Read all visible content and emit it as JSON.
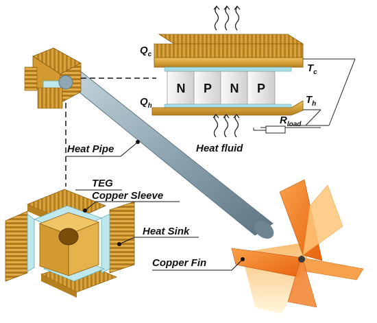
{
  "labels": {
    "heat_pipe": "Heat Pipe",
    "teg": "TEG",
    "copper_sleeve": "Copper Sleeve",
    "heat_sink": "Heat Sink",
    "copper_fin": "Copper Fin",
    "heat_fluid": "Heat fluid"
  },
  "teg_module": {
    "q_cold": {
      "main": "Q",
      "sub": "c"
    },
    "q_hot": {
      "main": "Q",
      "sub": "h"
    },
    "t_cold": {
      "main": "T",
      "sub": "c"
    },
    "t_hot": {
      "main": "T",
      "sub": "h"
    },
    "r_load": {
      "main": "R",
      "sub": "load"
    },
    "legs": [
      "N",
      "P",
      "N",
      "P"
    ]
  },
  "colors": {
    "copper_gold": "#d9a23a",
    "copper_dark": "#a8721c",
    "pipe": "#8fa7b3",
    "sleeve": "#bfe8ec",
    "fin_orange": "#f07a1e",
    "leg_gray": "#e6e6e6"
  }
}
